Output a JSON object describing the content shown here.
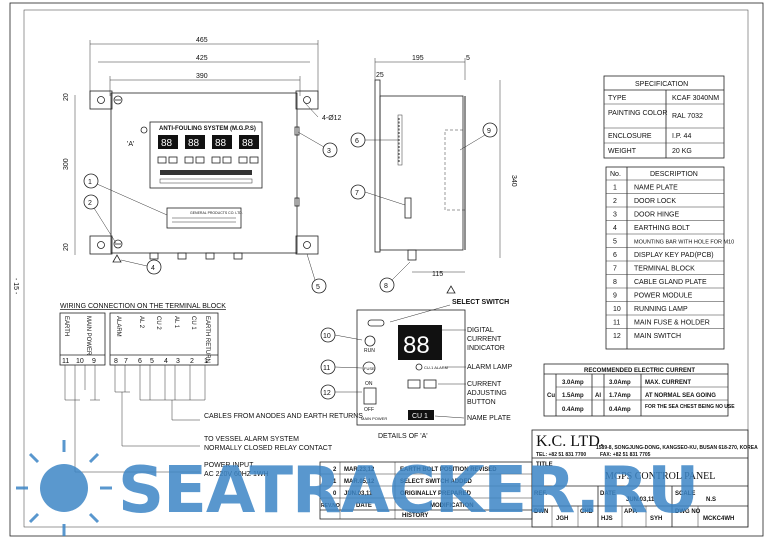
{
  "page_number": "- 15 -",
  "dimensions": {
    "front_width_total": "465",
    "front_width_mid": "425",
    "front_width_box": "390",
    "front_height": "300",
    "front_top_margin": "20",
    "front_bottom_margin": "20",
    "mount_hole": "4-Ø12",
    "side_depth": "195",
    "side_offset": "5",
    "side_top": "25",
    "side_height": "340",
    "side_bottom": "115"
  },
  "front_panel": {
    "title": "ANTI-FOULING SYSTEM (M.G.P.S)",
    "detail_mark": "'A'",
    "displays": [
      "88",
      "88",
      "88",
      "88"
    ],
    "nameplate_text": "GENERAL PRODUCTS CO. LTD."
  },
  "callouts": [
    "1",
    "2",
    "3",
    "4",
    "5",
    "6",
    "7",
    "8",
    "9",
    "10",
    "11",
    "12"
  ],
  "wiring": {
    "heading": "WIRING CONNECTION ON THE TERMINAL BLOCK",
    "terminal_labels": [
      "EARTH",
      "MAIN POWER",
      "ALARM",
      "AL 2",
      "CU 2",
      "AL 1",
      "CU 1",
      "EARTH RETURN"
    ],
    "terminal_numbers": [
      "11",
      "10",
      "9",
      "8",
      "7",
      "6",
      "5",
      "4",
      "3",
      "2",
      "1"
    ],
    "note_anodes": "CABLES FROM ANODES AND EARTH RETURNS",
    "note_alarm_1": "TO VESSEL ALARM SYSTEM",
    "note_alarm_2": "NORMALLY CLOSED RELAY CONTACT",
    "note_power_1": "POWER INPUT",
    "note_power_2": "AC 220V 60HZ 1WH"
  },
  "detail_a": {
    "title": "DETAILS OF 'A'",
    "select_switch": "SELECT SWITCH",
    "digital_indicator": "DIGITAL CURRENT INDICATOR",
    "alarm_lamp": "ALARM LAMP",
    "adjust_button": "CURRENT ADJUSTING BUTTON",
    "name_plate": "NAME PLATE",
    "run": "RUN",
    "fuse": "FUSE",
    "on": "ON",
    "off": "OFF",
    "main_power": "MAIN POWER",
    "cu1": "CU 1",
    "display": "88",
    "alarm_small": "CU-1 ALARM"
  },
  "specification": {
    "heading": "SPECIFICATION",
    "rows": [
      {
        "k": "TYPE",
        "v": "KCAF 3040NM"
      },
      {
        "k": "PAINTING COLOR",
        "v": "RAL 7032"
      },
      {
        "k": "ENCLOSURE",
        "v": "I.P. 44"
      },
      {
        "k": "WEIGHT",
        "v": "20 KG"
      }
    ]
  },
  "parts": {
    "col_no": "No.",
    "col_desc": "DESCRIPTION",
    "rows": [
      {
        "n": "1",
        "d": "NAME PLATE"
      },
      {
        "n": "2",
        "d": "DOOR LOCK"
      },
      {
        "n": "3",
        "d": "DOOR HINGE"
      },
      {
        "n": "4",
        "d": "EARTHING BOLT"
      },
      {
        "n": "5",
        "d": "MOUNTING BAR WITH HOLE FOR M10"
      },
      {
        "n": "6",
        "d": "DISPLAY KEY PAD(PCB)"
      },
      {
        "n": "7",
        "d": "TERMINAL BLOCK"
      },
      {
        "n": "8",
        "d": "CABLE GLAND PLATE"
      },
      {
        "n": "9",
        "d": "POWER MODULE"
      },
      {
        "n": "10",
        "d": "RUNNING LAMP"
      },
      {
        "n": "11",
        "d": "MAIN FUSE & HOLDER"
      },
      {
        "n": "12",
        "d": "MAIN SWITCH"
      }
    ]
  },
  "recommended_current": {
    "heading": "RECOMMENDED ELECTRIC CURRENT",
    "cu": "Cu",
    "al": "Al",
    "cu_values": [
      "3.0Amp",
      "1.5Amp",
      "0.4Amp"
    ],
    "al_values": [
      "3.0Amp",
      "1.7Amp",
      "0.4Amp"
    ],
    "notes": [
      "MAX. CURRENT",
      "AT NORMAL SEA GOING",
      "FOR THE SEA CHEST BEING NO USE"
    ]
  },
  "title_block": {
    "company": "K.C. LTD.",
    "address": "1589-8, SONGJUNG-DONG, KANGSEO-KU, BUSAN 618-270, KOREA",
    "tel": "TEL: +82 51 831 7700",
    "fax": "FAX: +82 51 831 7705",
    "title_label": "TITLE",
    "title": "MGPS CONTROL PANEL",
    "ref_label": "REF.",
    "date_label": "DATE",
    "date": "JUN.03,11",
    "scale_label": "SCALE",
    "scale": "N.S",
    "dwn_label": "DWN",
    "dwn": "JGH",
    "chd_label": "CHD",
    "chd": "HJS",
    "app_label": "APP.",
    "app": "SYH",
    "dwg_label": "DWG NO",
    "dwg": "MCKC4WH"
  },
  "revisions": {
    "rows": [
      {
        "no": "2",
        "date": "MAR.23,12",
        "mod": "EARTH BOLT POSITION REVISED"
      },
      {
        "no": "1",
        "date": "MAR.05,12",
        "mod": "SELECT SWITCH ADDED"
      },
      {
        "no": "0",
        "date": "JUN.03,11",
        "mod": "ORIGINALLY PREPARED"
      }
    ],
    "head_no": "REV.NO",
    "head_date": "DATE",
    "head_mod": "MODIFICATION",
    "footer": "HISTORY"
  },
  "watermark": "SEATRACKER.RU",
  "colors": {
    "watermark": "#3d86c6",
    "line": "#222222"
  }
}
